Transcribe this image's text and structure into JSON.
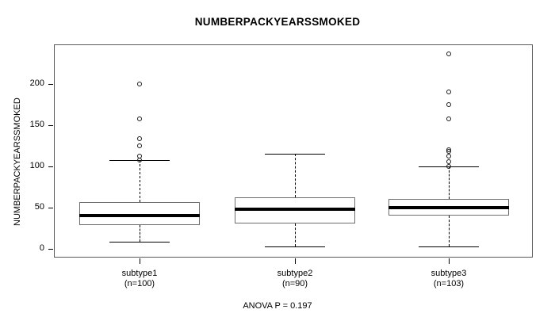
{
  "title": "NUMBERPACKYEARSSMOKED",
  "y_axis_title": "NUMBERPACKYEARSSMOKED",
  "footer": "ANOVA P = 0.197",
  "chart_data": {
    "type": "box",
    "title": "NUMBERPACKYEARSSMOKED",
    "xlabel": "",
    "ylabel": "NUMBERPACKYEARSSMOKED",
    "ylim": [
      -8,
      248
    ],
    "yticks": [
      0,
      50,
      100,
      150,
      200
    ],
    "ytick_labels": [
      "0",
      "50",
      "100",
      "150",
      "200"
    ],
    "grid": false,
    "legend": null,
    "annotations": [
      "ANOVA P = 0.197"
    ],
    "categories": [
      "subtype1",
      "subtype2",
      "subtype3"
    ],
    "counts": [
      100,
      90,
      103
    ],
    "tick_labels": [
      "subtype1\n(n=100)",
      "subtype2\n(n=90)",
      "subtype3\n(n=103)"
    ],
    "boxes": [
      {
        "name": "subtype1",
        "n": 100,
        "label_line1": "subtype1",
        "label_line2": "(n=100)",
        "whisker_low": 8,
        "q1": 28,
        "median": 40,
        "q3": 56,
        "whisker_high": 107,
        "outliers": [
          107,
          112,
          125,
          133,
          157,
          200
        ]
      },
      {
        "name": "subtype2",
        "n": 90,
        "label_line1": "subtype2",
        "label_line2": "(n=90)",
        "whisker_low": 2,
        "q1": 30,
        "median": 48,
        "q3": 62,
        "whisker_high": 115,
        "outliers": []
      },
      {
        "name": "subtype3",
        "n": 103,
        "label_line1": "subtype3",
        "label_line2": "(n=103)",
        "whisker_low": 2,
        "q1": 40,
        "median": 50,
        "q3": 60,
        "whisker_high": 100,
        "outliers": [
          100,
          105,
          112,
          118,
          120,
          157,
          175,
          190,
          236
        ]
      }
    ]
  },
  "colors": {
    "box_border": "#6e6e6e",
    "median": "#000000",
    "whisker": "#000000",
    "outlier": "#1a1a1a",
    "frame": "#595959",
    "text": "#000000",
    "background": "#ffffff"
  }
}
